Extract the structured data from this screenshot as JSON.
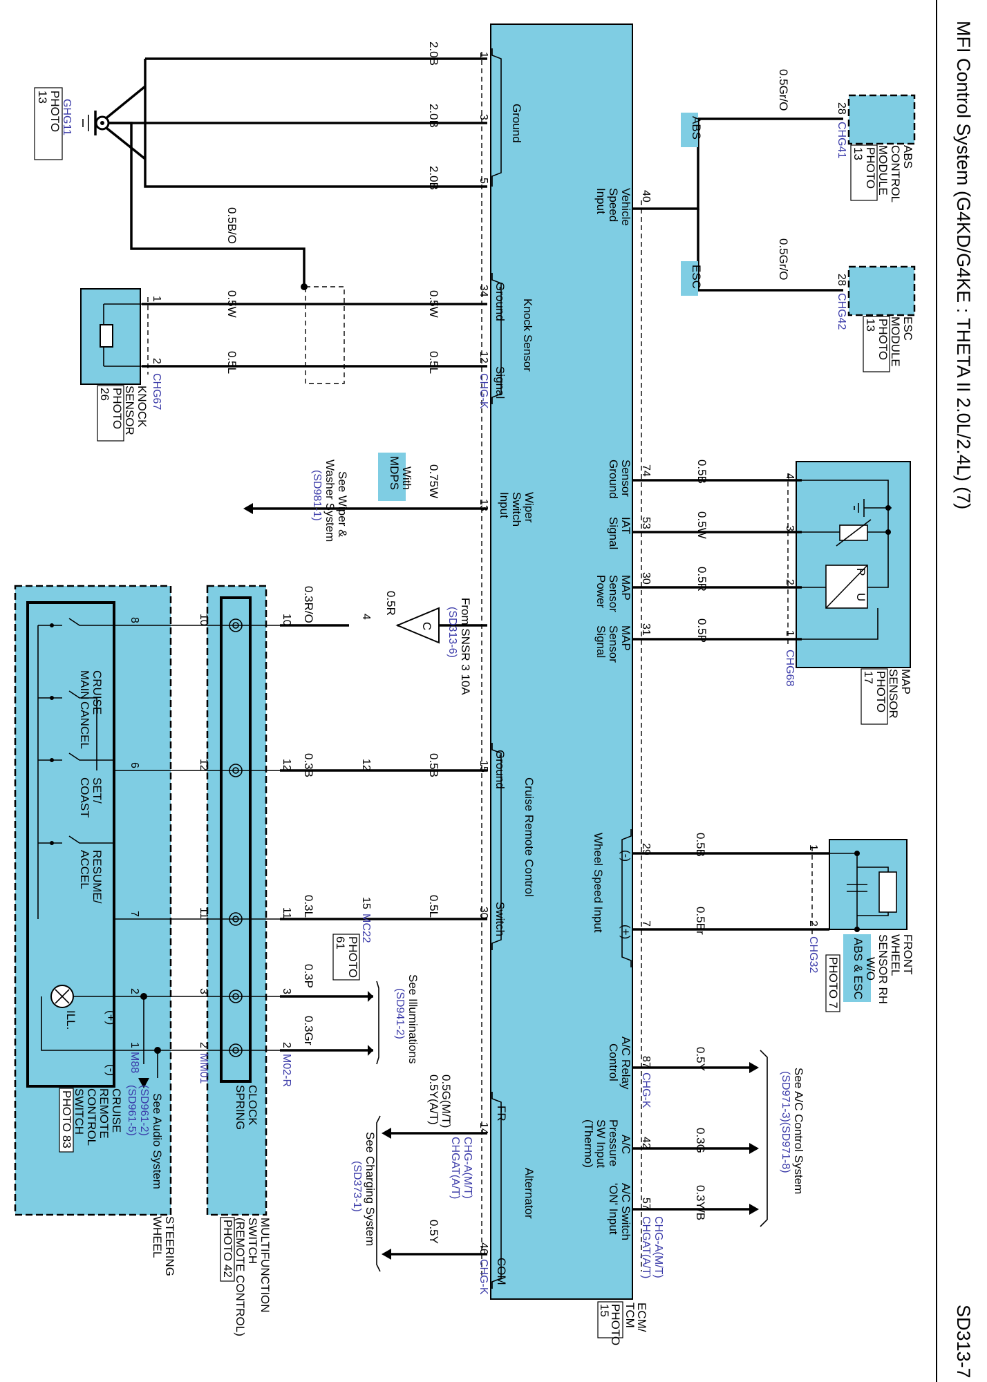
{
  "header": {
    "title": "MFI Control System (G4KD/G4KE : THETA II 2.0L/2.4L) (7)",
    "page_id": "SD313-7"
  },
  "ecm": {
    "name_l1": "ECM/",
    "name_l2": "TCM",
    "photo_l1": "PHOTO",
    "photo_l2": "15",
    "labels": {
      "ground": "Ground",
      "knock_sensor": "Knock Sensor",
      "ks_ground": "Ground",
      "ks_signal": "Signal",
      "wiper_l1": "Wiper",
      "wiper_l2": "Switch",
      "wiper_l3": "Input",
      "cruise_remote": "Cruise Remote Control",
      "cr_ground": "Ground",
      "cr_switch": "Switch",
      "alternator": "Alternator",
      "alt_fr": "FR",
      "alt_com": "COM",
      "vss_l1": "Vehicle",
      "vss_l2": "Speed",
      "vss_l3": "Input",
      "sg_l1": "Sensor",
      "sg_l2": "Ground",
      "iat_l1": "IAT",
      "iat_l2": "Signal",
      "mp_l1": "MAP",
      "mp_l2": "Sensor",
      "mp_l3": "Power",
      "ms_l1": "MAP",
      "ms_l2": "Sensor",
      "ms_l3": "Signal",
      "wheel_speed": "Wheel Speed Input",
      "ws_minus": "(-)",
      "ws_plus": "(+)",
      "acr_l1": "A/C Relay",
      "acr_l2": "Control",
      "acp_l1": "A/C",
      "acp_l2": "Pressure",
      "acp_l3": "SW Input",
      "acp_l4": "(Thermo)",
      "acs_l1": "A/C Switch",
      "acs_l2": "'ON' Input"
    }
  },
  "wires": {
    "w1": "2.0B",
    "w3": "2.0B",
    "w5": "2.0B",
    "shield": "0.5B/O",
    "w34_left": "0.5W",
    "w34_right": "0.5W",
    "w12_left": "0.5L",
    "w12_right": "0.5L",
    "w13": "0.75W",
    "cr_10_left": "0.3R/O",
    "cr_10_right": "0.5R",
    "cr_12_left": "0.3B",
    "cr_12_right": "0.5B",
    "cr_11_left": "0.3L",
    "cr_11_right": "0.5L",
    "cr_3": "0.3P",
    "cr_2": "0.3Gr",
    "alt_fr_l1": "0.5G(M/T)",
    "alt_fr_l2": "0.5Y(A/T)",
    "alt_com": "0.5Y",
    "abs": "0.5Gr/O",
    "esc": "0.5Gr/O",
    "map_74": "0.5B",
    "map_53": "0.5W",
    "map_30": "0.5R",
    "map_31": "0.5P",
    "ws_29": "0.5B",
    "ws_7": "0.5Br",
    "ac_87": "0.5Y",
    "ac_42": "0.3G",
    "ac_57": "0.3Y/B"
  },
  "pins": {
    "ecm_1": "1",
    "ecm_3": "3",
    "ecm_5": "5",
    "ecm_34": "34",
    "ecm_12": "12",
    "ecm_13": "13",
    "ecm_15": "15",
    "ecm_30": "30",
    "ecm_14": "14",
    "ecm_46": "46",
    "ecm_40": "40",
    "ecm_74": "74",
    "ecm_53": "53",
    "ecm_r30": "30",
    "ecm_31": "31",
    "ecm_29": "29",
    "ecm_7": "7",
    "ecm_87": "87",
    "ecm_42": "42",
    "ecm_57": "57",
    "knock_1": "1",
    "knock_2": "2",
    "mc22_4": "4",
    "mc22_12": "12",
    "mc22_15": "15",
    "m02_10": "10",
    "m02_12": "12",
    "m02_11": "11",
    "m02_3": "3",
    "m02_2": "2",
    "mm01_10": "10",
    "mm01_12": "12",
    "mm01_11": "11",
    "mm01_3": "3",
    "mm01_2": "2",
    "m88_8": "8",
    "m88_6": "6",
    "m88_7": "7",
    "m88_2": "2",
    "m88_1": "1",
    "abs_28": "28",
    "esc_28": "28",
    "map_4": "4",
    "map_3": "3",
    "map_2": "2",
    "map_1": "1",
    "ws_1": "1",
    "ws_2": "2"
  },
  "connectors": {
    "ghg11": "GHG11",
    "chg67": "CHG67",
    "chg_k_a": "CHG-K",
    "chg_k_b": "CHG-K",
    "chg_k_c": "CHG-K",
    "mc22": "MC22",
    "m02r": "M02-R",
    "mm01": "MM01",
    "m88": "M88",
    "alt_a1": "CHG-A(M/T)",
    "alt_a2": "CHGAT(A/T)",
    "ac_a1": "CHG-A(M/T)",
    "ac_a2": "CHGAT(A/T)",
    "chg41": "CHG41",
    "chg42": "CHG42",
    "chg68": "CHG68",
    "chg32": "CHG32"
  },
  "components": {
    "ground_photo_l1": "PHOTO",
    "ground_photo_l2": "13",
    "knock_l1": "KNOCK",
    "knock_l2": "SENSOR",
    "knock_photo_l1": "PHOTO",
    "knock_photo_l2": "26",
    "abs_l1": "ABS",
    "abs_l2": "CONTROL",
    "abs_l3": "MODULE",
    "abs_photo_l1": "PHOTO",
    "abs_photo_l2": "13",
    "esc_l1": "ESC",
    "esc_l2": "MODULE",
    "esc_photo_l1": "PHOTO",
    "esc_photo_l2": "13",
    "abs_tag": "ABS",
    "esc_tag": "ESC",
    "map_l1": "MAP",
    "map_l2": "SENSOR",
    "map_photo_l1": "PHOTO",
    "map_photo_l2": "17",
    "map_p": "P",
    "map_u": "U",
    "ws_l1": "FRONT",
    "ws_l2": "WHEEL",
    "ws_l3": "SENSOR RH",
    "ws_l4": "W/O",
    "ws_l5": "ABS & ESC",
    "ws_photo": "PHOTO 7",
    "mdps_l1": "With",
    "mdps_l2": "MDPS",
    "wiper_ref_l1": "See Wiper &",
    "wiper_ref_l2": "Washer System",
    "wiper_ref_l3": "(SD981-1)",
    "snsr_l1": "From SNSR 3 10A",
    "snsr_l2": "(SD313-6)",
    "snsr_c": "C",
    "mc22_photo_l1": "PHOTO",
    "mc22_photo_l2": "61",
    "illum_l1": "See Illuminations",
    "illum_l2": "(SD941-2)",
    "charge_l1": "See Charging System",
    "charge_l2": "(SD373-1)",
    "ac_ref_l1": "See A/C Control System",
    "ac_ref_l2": "(SD971-3)(SD971-8)",
    "audio_l1": "See Audio System",
    "audio_l2": "(SD961-2)",
    "audio_l3": "(SD961-5)",
    "cruise_main": "MAIN",
    "cruise_main_b": "CRUISE",
    "cancel": "CANCEL",
    "set_l1": "SET/",
    "set_l2": "COAST",
    "resume_l1": "RESUME/",
    "resume_l2": "ACCEL",
    "ill": "ILL.",
    "plus": "(+)",
    "minus": "(-)",
    "crs_l1": "CRUISE",
    "crs_l2": "REMOTE",
    "crs_l3": "CONTROL",
    "crs_l4": "SWITCH",
    "crs_photo": "PHOTO 83",
    "clock_l1": "CLOCK",
    "clock_l2": "SPRING",
    "mfs_l1": "MULTIFUNCTION",
    "mfs_l2": "SWITCH",
    "mfs_l3": "(REMOTE CONTROL)",
    "mfs_photo": "PHOTO 42",
    "steer_l1": "STEERING",
    "steer_l2": "WHEEL"
  },
  "colors": {
    "component_fill": "#7fcde3",
    "connector_text": "#3a3aa8",
    "line": "#000000"
  }
}
